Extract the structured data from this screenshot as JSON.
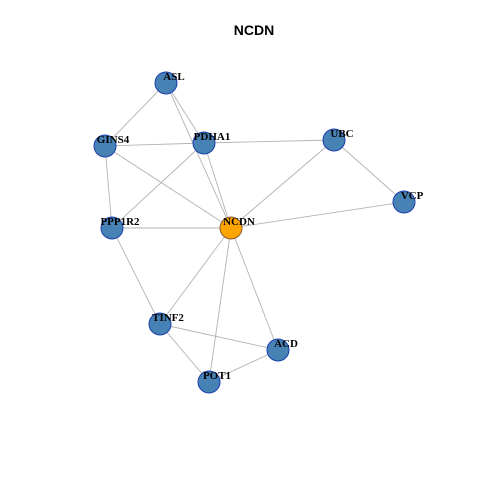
{
  "title": "NCDN",
  "colors": {
    "node_fill": "#4682B4",
    "node_stroke": "#1c3fb0",
    "focus_fill": "#FFA500",
    "focus_stroke": "#8a5a2b",
    "edge": "#b3b3b3"
  },
  "nodes": [
    {
      "id": "ASL",
      "label": "ASL",
      "focus": false
    },
    {
      "id": "GINS4",
      "label": "GINS4",
      "focus": false
    },
    {
      "id": "PDHA1",
      "label": "PDHA1",
      "focus": false
    },
    {
      "id": "UBC",
      "label": "UBC",
      "focus": false
    },
    {
      "id": "VCP",
      "label": "VCP",
      "focus": false
    },
    {
      "id": "PPP1R2",
      "label": "PPP1R2",
      "focus": false
    },
    {
      "id": "NCDN",
      "label": "NCDN",
      "focus": true
    },
    {
      "id": "TINF2",
      "label": "TINF2",
      "focus": false
    },
    {
      "id": "ACD",
      "label": "ACD",
      "focus": false
    },
    {
      "id": "POT1",
      "label": "POT1",
      "focus": false
    }
  ],
  "edges": [
    [
      "ASL",
      "GINS4"
    ],
    [
      "ASL",
      "PDHA1"
    ],
    [
      "ASL",
      "NCDN"
    ],
    [
      "GINS4",
      "PDHA1"
    ],
    [
      "GINS4",
      "PPP1R2"
    ],
    [
      "GINS4",
      "NCDN"
    ],
    [
      "PDHA1",
      "UBC"
    ],
    [
      "PDHA1",
      "PPP1R2"
    ],
    [
      "PDHA1",
      "NCDN"
    ],
    [
      "UBC",
      "VCP"
    ],
    [
      "UBC",
      "NCDN"
    ],
    [
      "VCP",
      "NCDN"
    ],
    [
      "PPP1R2",
      "NCDN"
    ],
    [
      "PPP1R2",
      "TINF2"
    ],
    [
      "NCDN",
      "TINF2"
    ],
    [
      "NCDN",
      "ACD"
    ],
    [
      "NCDN",
      "POT1"
    ],
    [
      "TINF2",
      "ACD"
    ],
    [
      "TINF2",
      "POT1"
    ],
    [
      "ACD",
      "POT1"
    ]
  ]
}
